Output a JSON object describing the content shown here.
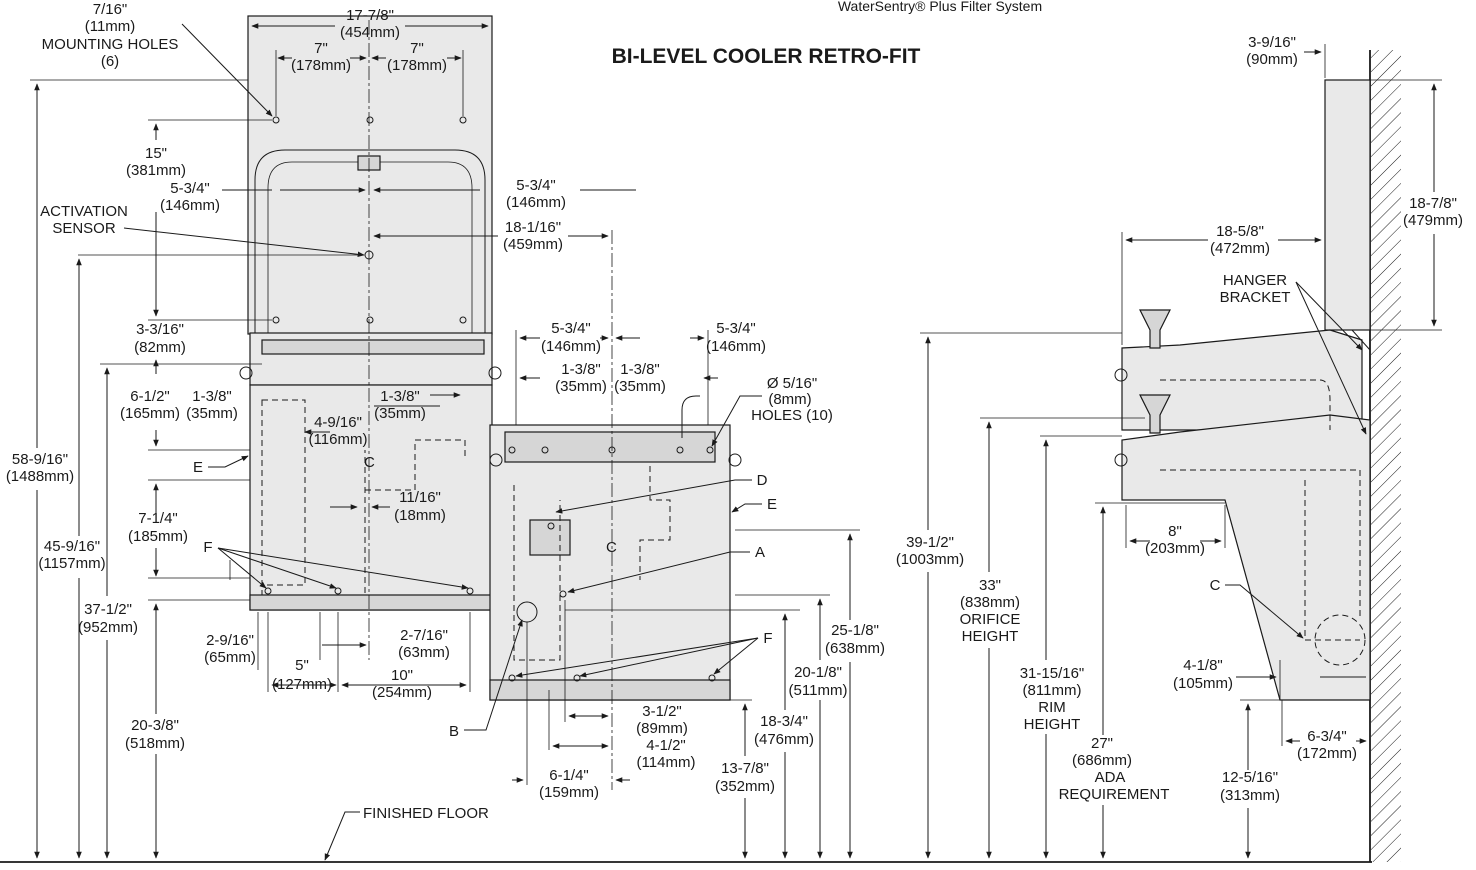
{
  "header": {
    "subtitle": "WaterSentry® Plus Filter System",
    "title": "BI-LEVEL COOLER RETRO-FIT"
  },
  "front_view": {
    "mounting_holes": [
      "7/16\"",
      "(11mm)",
      "MOUNTING HOLES",
      "(6)"
    ],
    "overall_width": [
      "17-7/8\"",
      "(454mm)"
    ],
    "hole_left": [
      "7\"",
      "(178mm)"
    ],
    "hole_right": [
      "7\"",
      "(178mm)"
    ],
    "height_15": [
      "15\"",
      "(381mm)"
    ],
    "sensor_offset": [
      "5-3/4\"",
      "(146mm)"
    ],
    "activation_sensor": [
      "ACTIVATION",
      "SENSOR"
    ],
    "d_3_3_16": [
      "3-3/16\"",
      "(82mm)"
    ],
    "d_6_1_2": [
      "6-1/2\"",
      "(165mm)"
    ],
    "d_1_3_8_a": [
      "1-3/8\"",
      "(35mm)"
    ],
    "d_1_3_8_b": [
      "1-3/8\"",
      "(35mm)"
    ],
    "d_4_9_16": [
      "4-9/16\"",
      "(116mm)"
    ],
    "d_11_16": [
      "11/16\"",
      "(18mm)"
    ],
    "d_7_1_4": [
      "7-1/4\"",
      "(185mm)"
    ],
    "d_58_9_16": [
      "58-9/16\"",
      "(1488mm)"
    ],
    "d_45_9_16": [
      "45-9/16\"",
      "(1157mm)"
    ],
    "d_37_1_2": [
      "37-1/2\"",
      "(952mm)"
    ],
    "d_20_3_8": [
      "20-3/8\"",
      "(518mm)"
    ],
    "d_2_9_16": [
      "2-9/16\"",
      "(65mm)"
    ],
    "d_5": [
      "5\"",
      "(127mm)"
    ],
    "d_2_7_16": [
      "2-7/16\"",
      "(63mm)"
    ],
    "d_10": [
      "10\"",
      "(254mm)"
    ],
    "label_e": "E",
    "label_f": "F",
    "centerline": "C"
  },
  "middle_view": {
    "d_5_3_4_top": [
      "5-3/4\"",
      "(146mm)"
    ],
    "d_18_1_16": [
      "18-1/16\"",
      "(459mm)"
    ],
    "d_5_3_4_left": [
      "5-3/4\"",
      "(146mm)"
    ],
    "d_5_3_4_right": [
      "5-3/4\"",
      "(146mm)"
    ],
    "d_1_3_8_left": [
      "1-3/8\"",
      "(35mm)"
    ],
    "d_1_3_8_right": [
      "1-3/8\"",
      "(35mm)"
    ],
    "holes": [
      "Ø 5/16\"",
      "(8mm)",
      "HOLES (10)"
    ],
    "label_d": "D",
    "label_e": "E",
    "label_a": "A",
    "label_f": "F",
    "label_b": "B",
    "centerline": "C",
    "d_25_1_8": [
      "25-1/8\"",
      "(638mm)"
    ],
    "d_20_1_8": [
      "20-1/8\"",
      "(511mm)"
    ],
    "d_18_3_4": [
      "18-3/4\"",
      "(476mm)"
    ],
    "d_13_7_8": [
      "13-7/8\"",
      "(352mm)"
    ],
    "d_3_1_2": [
      "3-1/2\"",
      "(89mm)"
    ],
    "d_4_1_2": [
      "4-1/2\"",
      "(114mm)"
    ],
    "d_6_1_4": [
      "6-1/4\"",
      "(159mm)"
    ],
    "finished_floor": "FINISHED FLOOR"
  },
  "side_view": {
    "d_3_9_16": [
      "3-9/16\"",
      "(90mm)"
    ],
    "d_18_7_8": [
      "18-7/8\"",
      "(479mm)"
    ],
    "d_18_5_8": [
      "18-5/8\"",
      "(472mm)"
    ],
    "hanger_bracket": [
      "HANGER",
      "BRACKET"
    ],
    "d_39_1_2": [
      "39-1/2\"",
      "(1003mm)"
    ],
    "orifice": [
      "33\"",
      "(838mm)",
      "ORIFICE",
      "HEIGHT"
    ],
    "rim": [
      "31-15/16\"",
      "(811mm)",
      "RIM",
      "HEIGHT"
    ],
    "ada": [
      "27\"",
      "(686mm)",
      "ADA",
      "REQUIREMENT"
    ],
    "d_8": [
      "8\"",
      "(203mm)"
    ],
    "label_c": "C",
    "d_4_1_8": [
      "4-1/8\"",
      "(105mm)"
    ],
    "d_6_3_4": [
      "6-3/4\"",
      "(172mm)"
    ],
    "d_12_5_16": [
      "12-5/16\"",
      "(313mm)"
    ]
  },
  "colors": {
    "ink": "#1a1a1a",
    "body_fill": "#e9e9e9",
    "body_fill_dark": "#d6d6d6"
  }
}
